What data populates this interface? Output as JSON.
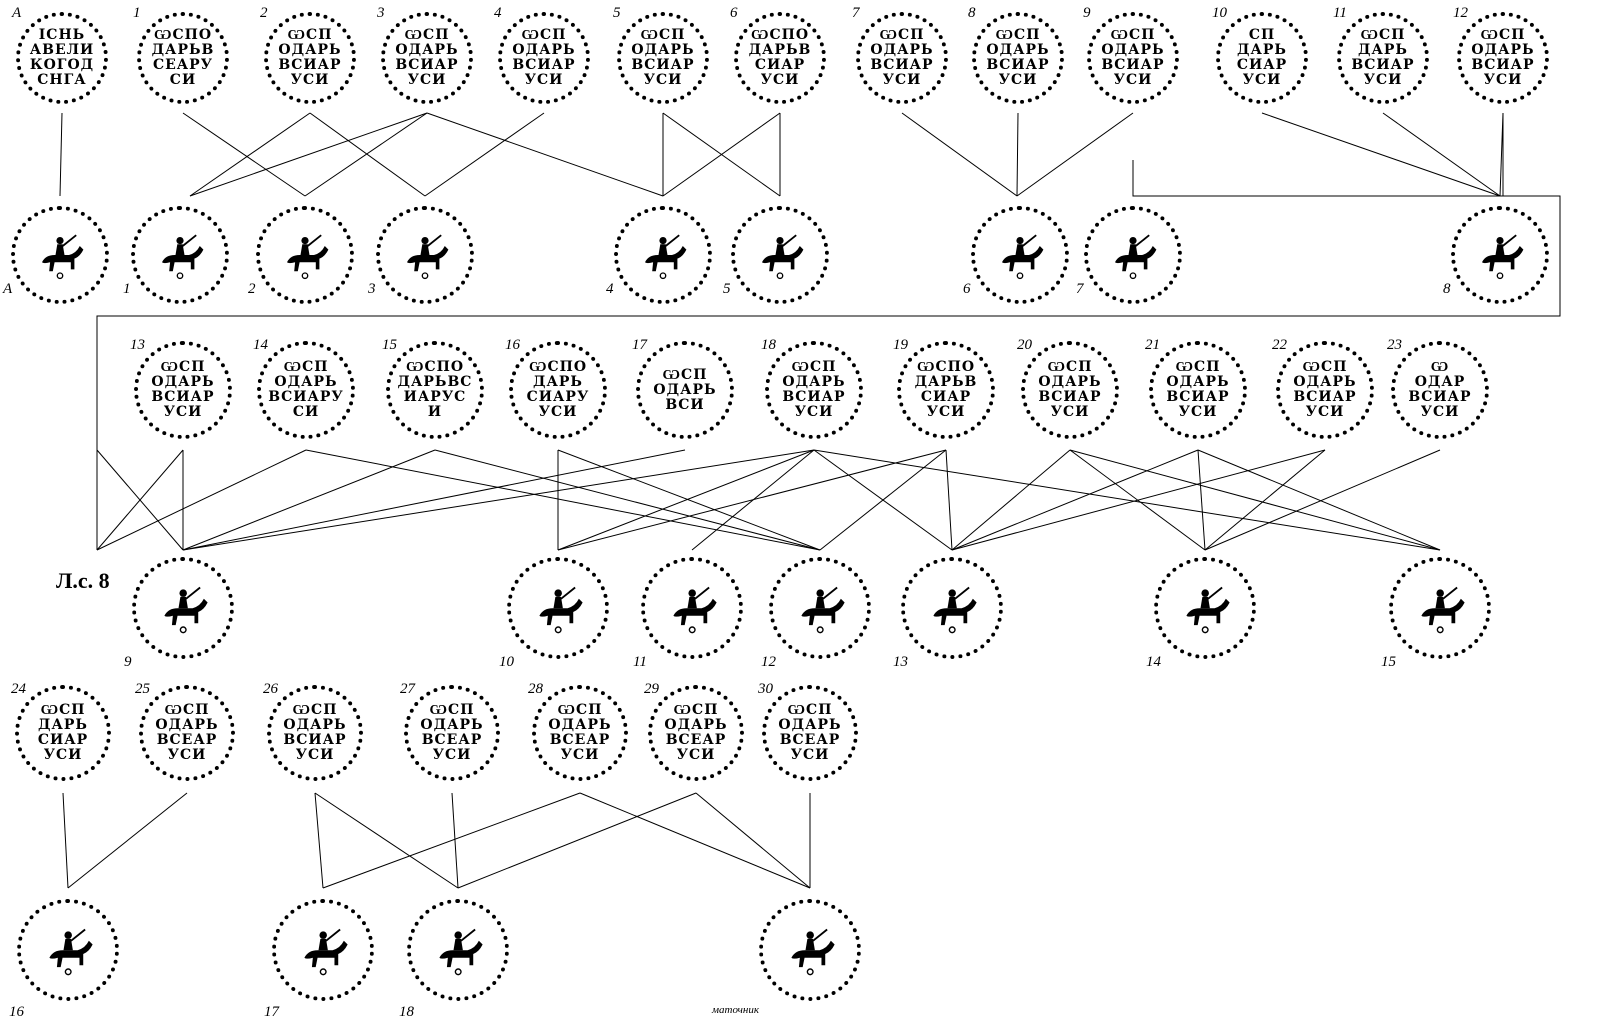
{
  "label": "Л.с. 8",
  "footnote": "маточник",
  "row1": {
    "labels": [
      "A",
      "1",
      "2",
      "3",
      "4",
      "5",
      "6",
      "7",
      "8",
      "9",
      "10",
      "11",
      "12"
    ],
    "legends": [
      "ІСНЬ\nАВЕЛИ\nКОГОД\nСНГА",
      "ѠСПО\nДАРЬВ\nСЕАРУ\nСИ",
      "ѠСП\nОДАРЬ\nВСИАР\nУСИ",
      "ѠСП\nОДАРЬ\nВСИАР\nУСИ",
      "ѠСП\nОДАРЬ\nВСИАР\nУСИ",
      "ѠСП\nОДАРЬ\nВСИАР\nУСИ",
      "ѠСПО\nДАРЬВ\nСИАР\nУСИ",
      "ѠСП\nОДАРЬ\nВСИАР\nУСИ",
      "ѠСП\nОДАРЬ\nВСИАР\nУСИ",
      "ѠСП\nОДАРЬ\nВСИАР\nУСИ",
      "СП\nДАРЬ\nСИАР\nУСИ",
      "ѠСП\nДАРЬ\nВСИАР\nУСИ",
      "ѠСП\nОДАРЬ\nВСИАР\nУСИ"
    ]
  },
  "row2": {
    "labels": [
      "A",
      "1",
      "2",
      "3",
      "4",
      "5",
      "6",
      "7",
      "8"
    ]
  },
  "row3": {
    "labels": [
      "13",
      "14",
      "15",
      "16",
      "17",
      "18",
      "19",
      "20",
      "21",
      "22",
      "23"
    ],
    "legends": [
      "ѠСП\nОДАРЬ\nВСИАР\nУСИ",
      "ѠСП\nОДАРЬ\nВСИАРУ\nСИ",
      "ѠСПО\nДАРЬВС\nИАРУС\nИ",
      "ѠСПО\nДАРЬ\nСИАРУ\nУСИ",
      "ѠСП\nОДАРЬ\nВСИ",
      "ѠСП\nОДАРЬ\nВСИАР\nУСИ",
      "ѠСПО\nДАРЬВ\nСИАР\nУСИ",
      "ѠСП\nОДАРЬ\nВСИАР\nУСИ",
      "ѠСП\nОДАРЬ\nВСИАР\nУСИ",
      "ѠСП\nОДАРЬ\nВСИАР\nУСИ",
      "Ѡ\nОДАР\nВСИАР\nУСИ"
    ]
  },
  "row4": {
    "labels": [
      "9",
      "10",
      "11",
      "12",
      "13",
      "14",
      "15"
    ]
  },
  "row5": {
    "labels": [
      "24",
      "25",
      "26",
      "27",
      "28",
      "29",
      "30"
    ],
    "legends": [
      "ѠСП\nДАРЬ\nСИАР\nУСИ",
      "ѠСП\nОДАРЬ\nВСЕАР\nУСИ",
      "ѠСП\nОДАРЬ\nВСИАР\nУСИ",
      "ѠСП\nОДАРЬ\nВСЕАР\nУСИ",
      "ѠСП\nОДАРЬ\nВСЕАР\nУСИ",
      "ѠСП\nОДАРЬ\nВСЕАР\nУСИ",
      "ѠСП\nОДАРЬ\nВСЕАР\nУСИ"
    ]
  },
  "row6": {
    "labels": [
      "16",
      "17",
      "18"
    ]
  }
}
